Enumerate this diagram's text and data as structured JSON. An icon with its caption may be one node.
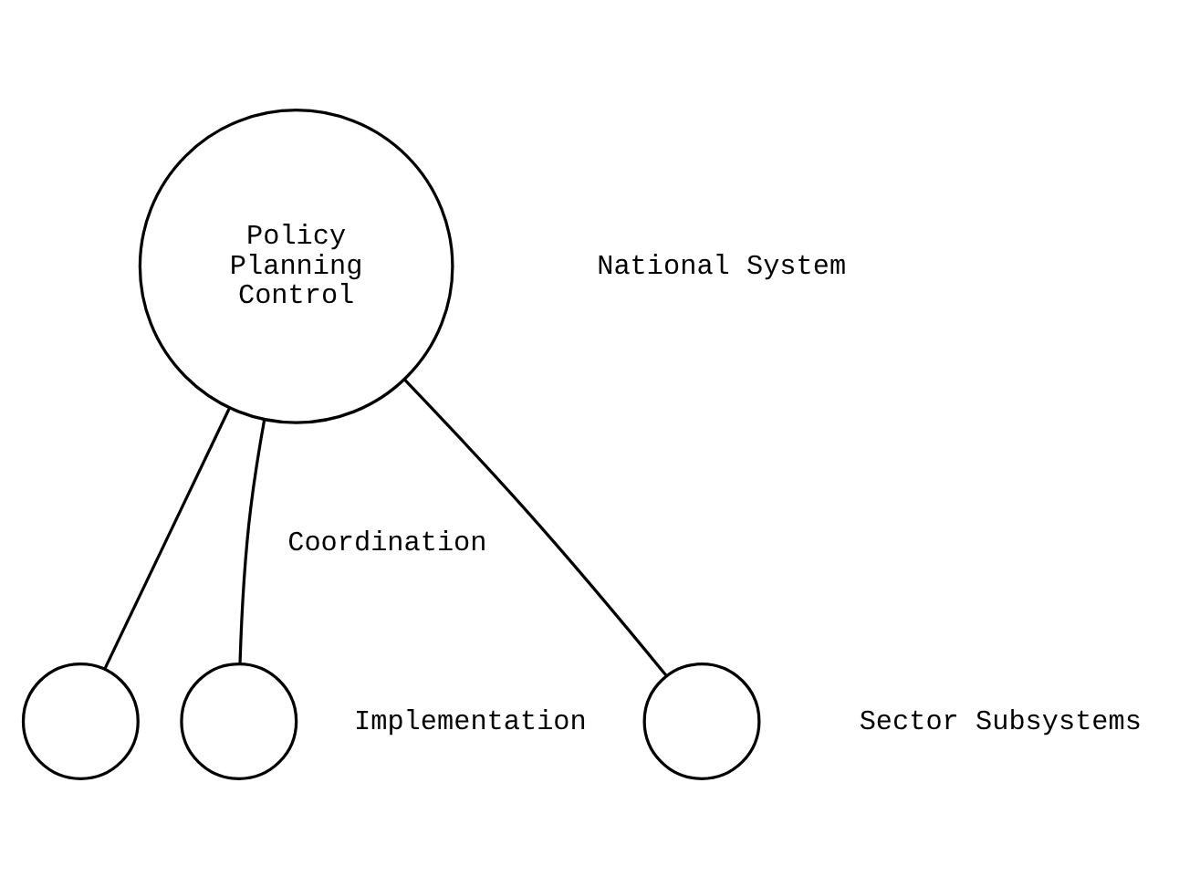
{
  "diagram": {
    "nodes": [
      {
        "text": [
          "Policy Planning Control"
        ]
      },
      {
        "text": [],
        "shape": "circle"
      },
      {
        "text": [],
        "shape": "circle"
      },
      {
        "text": [],
        "shape": "circle"
      }
    ],
    "edges": [
      {
        "from": 0,
        "to": 1,
        "arrow": "none"
      },
      {
        "from": 0,
        "to": 2,
        "arrow": "none"
      },
      {
        "from": 0,
        "to": 3,
        "arrow": "none"
      }
    ],
    "labels": [
      "National System",
      "Coordination",
      "Implementation",
      "Sector Subsystems"
    ]
  }
}
